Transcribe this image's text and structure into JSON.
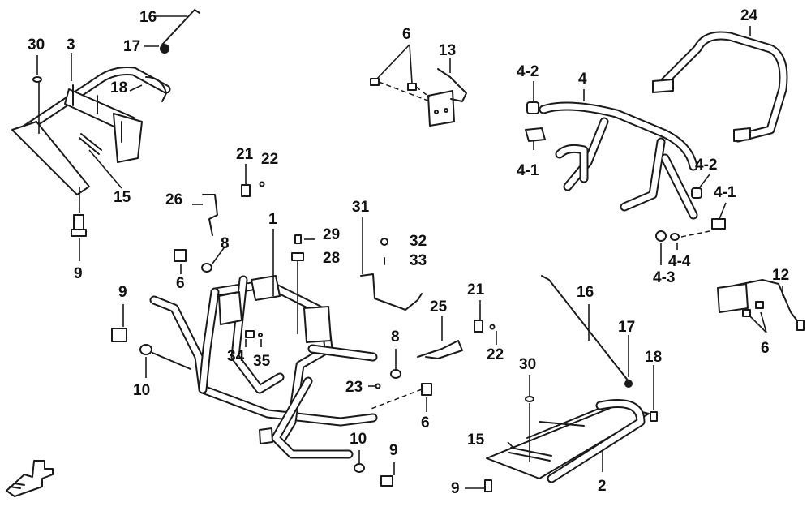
{
  "diagram": {
    "callouts": [
      {
        "id": "c16a",
        "text": "16"
      },
      {
        "id": "c17a",
        "text": "17"
      },
      {
        "id": "c30a",
        "text": "30"
      },
      {
        "id": "c3",
        "text": "3"
      },
      {
        "id": "c18a",
        "text": "18"
      },
      {
        "id": "c15a",
        "text": "15"
      },
      {
        "id": "c9a",
        "text": "9"
      },
      {
        "id": "c6a",
        "text": "6"
      },
      {
        "id": "c13",
        "text": "13"
      },
      {
        "id": "c24",
        "text": "24"
      },
      {
        "id": "c4_2a",
        "text": "4-2"
      },
      {
        "id": "c4",
        "text": "4"
      },
      {
        "id": "c4_1a",
        "text": "4-1"
      },
      {
        "id": "c4_2b",
        "text": "4-2"
      },
      {
        "id": "c4_1b",
        "text": "4-1"
      },
      {
        "id": "c4_4",
        "text": "4-4"
      },
      {
        "id": "c4_3",
        "text": "4-3"
      },
      {
        "id": "c12",
        "text": "12"
      },
      {
        "id": "c6b",
        "text": "6"
      },
      {
        "id": "c21a",
        "text": "21"
      },
      {
        "id": "c22a",
        "text": "22"
      },
      {
        "id": "c26",
        "text": "26"
      },
      {
        "id": "c1",
        "text": "1"
      },
      {
        "id": "c31",
        "text": "31"
      },
      {
        "id": "c29",
        "text": "29"
      },
      {
        "id": "c28",
        "text": "28"
      },
      {
        "id": "c32",
        "text": "32"
      },
      {
        "id": "c33",
        "text": "33"
      },
      {
        "id": "c8a",
        "text": "8"
      },
      {
        "id": "c6c",
        "text": "6"
      },
      {
        "id": "c9b",
        "text": "9"
      },
      {
        "id": "c10a",
        "text": "10"
      },
      {
        "id": "c34",
        "text": "34"
      },
      {
        "id": "c35",
        "text": "35"
      },
      {
        "id": "c25",
        "text": "25"
      },
      {
        "id": "c21b",
        "text": "21"
      },
      {
        "id": "c22b",
        "text": "22"
      },
      {
        "id": "c8b",
        "text": "8"
      },
      {
        "id": "c23",
        "text": "23"
      },
      {
        "id": "c6d",
        "text": "6"
      },
      {
        "id": "c16b",
        "text": "16"
      },
      {
        "id": "c17b",
        "text": "17"
      },
      {
        "id": "c18b",
        "text": "18"
      },
      {
        "id": "c30b",
        "text": "30"
      },
      {
        "id": "c15b",
        "text": "15"
      },
      {
        "id": "c9c",
        "text": "9"
      },
      {
        "id": "c2",
        "text": "2"
      },
      {
        "id": "c10b",
        "text": "10"
      },
      {
        "id": "c9d",
        "text": "9"
      }
    ],
    "colors": {
      "ink": "#1a1a1a",
      "background": "#ffffff"
    }
  }
}
